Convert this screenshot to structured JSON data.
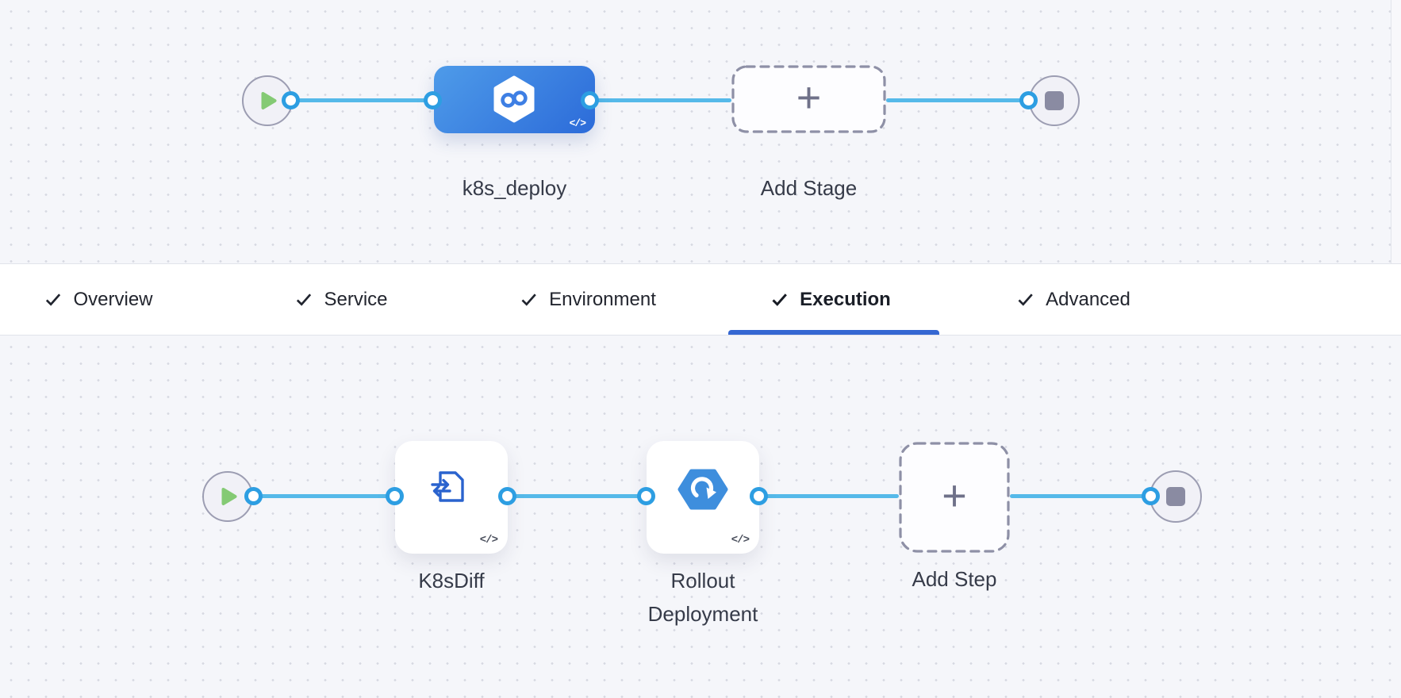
{
  "colors": {
    "canvas_bg": "#F5F6FA",
    "dot": "#D7D9E2",
    "edge_blue": "#55B9E9",
    "port_blue": "#2D9EE2",
    "stage_gradient_start": "#4E9BE9",
    "stage_gradient_end": "#2C6BD9",
    "active_tab_underline": "#3567D2",
    "step_icon_blue": "#2A63CE",
    "rollout_hexagon_blue": "#3E8EDD",
    "play_green": "#84CA74",
    "stop_gray": "#8A8BA2",
    "dashed_border": "#8E90A6",
    "node_label_text": "#363B49",
    "tab_text": "#22252E"
  },
  "stage_pipeline": {
    "stage": {
      "label": "k8s_deploy",
      "code_badge": "</>"
    },
    "add_stage": {
      "label": "Add Stage",
      "plus": "+"
    }
  },
  "tabs": {
    "active": "Execution",
    "items": [
      {
        "label": "Overview",
        "checked": true
      },
      {
        "label": "Service",
        "checked": true
      },
      {
        "label": "Environment",
        "checked": true
      },
      {
        "label": "Execution",
        "checked": true
      },
      {
        "label": "Advanced",
        "checked": true
      }
    ]
  },
  "execution_pipeline": {
    "steps": [
      {
        "label": "K8sDiff",
        "code_badge": "</>"
      },
      {
        "label": "Rollout Deployment",
        "code_badge": "</>"
      }
    ],
    "add_step": {
      "label": "Add Step",
      "plus": "+"
    }
  }
}
